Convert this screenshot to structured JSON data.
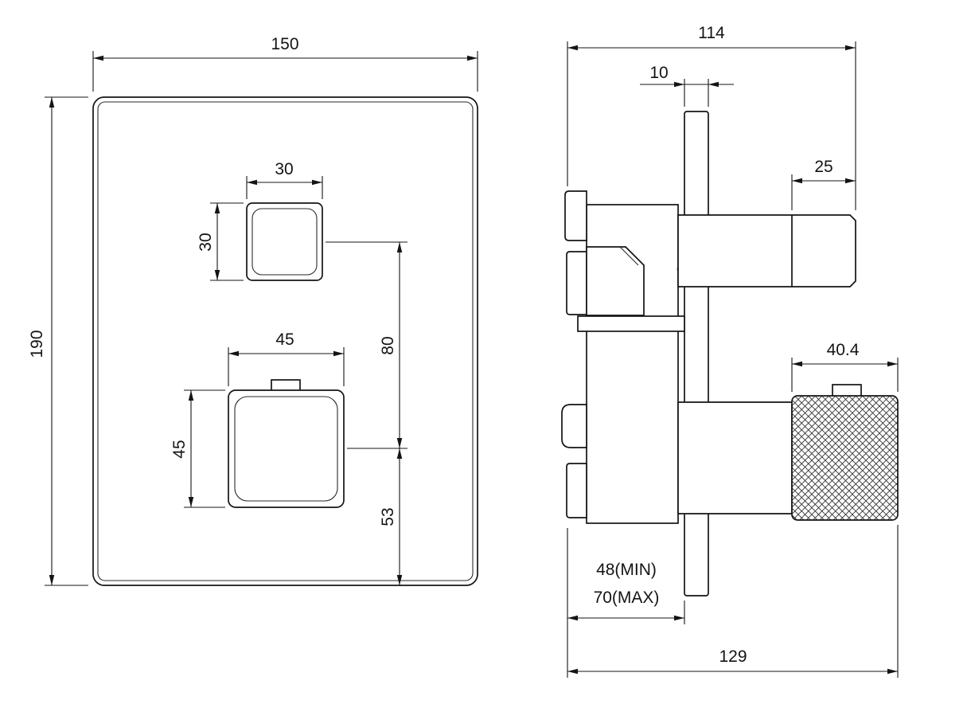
{
  "front_view": {
    "plate_width": "150",
    "plate_height": "190",
    "upper_knob_width": "30",
    "upper_knob_height": "30",
    "lower_knob_width": "45",
    "lower_knob_height": "45",
    "knob_spacing": "80",
    "bottom_offset": "53"
  },
  "side_view": {
    "overall_depth": "114",
    "plate_thickness": "10",
    "upper_knob_depth": "25",
    "lower_knob_depth": "40.4",
    "depth_min": "48(MIN)",
    "depth_max": "70(MAX)",
    "overall_length": "129"
  }
}
